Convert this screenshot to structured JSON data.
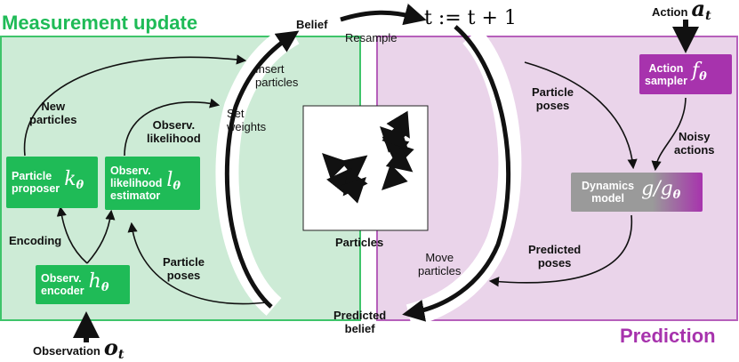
{
  "panels": {
    "left_title": "Measurement update",
    "right_title": "Prediction"
  },
  "cycle": {
    "belief": "Belief",
    "predicted_belief": "Predicted\nbelief",
    "resample": "Resample",
    "time_update": "t := t + 1",
    "insert_particles": "Insert\nparticles",
    "set_weights": "Set\nweights",
    "move_particles": "Move\nparticles",
    "particles_caption": "Particles"
  },
  "nodes": {
    "particle_proposer": {
      "label": "Particle\nproposer",
      "symbol": "k",
      "sub": "θ"
    },
    "likelihood_estimator": {
      "label": "Observ.\nlikelihood\nestimator",
      "symbol": "l",
      "sub": "θ"
    },
    "observ_encoder": {
      "label": "Observ.\nencoder",
      "symbol": "h",
      "sub": "θ"
    },
    "action_sampler": {
      "label": "Action\nsampler",
      "symbol": "f",
      "sub": "θ"
    },
    "dynamics_model": {
      "label": "Dynamics\nmodel",
      "symbol": "g",
      "symbol2": "/g",
      "sub": "θ"
    }
  },
  "edges": {
    "new_particles": "New\nparticles",
    "observ_likelihood": "Observ.\nlikelihood",
    "encoding": "Encoding",
    "particle_poses_left": "Particle\nposes",
    "particle_poses_right": "Particle\nposes",
    "noisy_actions": "Noisy\nactions",
    "predicted_poses": "Predicted\nposes"
  },
  "inputs": {
    "action_label": "Action",
    "action_symbol": "a",
    "action_sub": "t",
    "observation_label": "Observation",
    "observation_symbol": "o",
    "observation_sub": "t"
  },
  "colors": {
    "green_dark": "#1fbb57",
    "green_fill": "#cdebd6",
    "green_border": "#3ec46a",
    "purple_dark": "#a733ad",
    "purple_fill": "#ead4ea",
    "purple_border": "#b660bb",
    "gray_node": "#9a9a9a"
  }
}
